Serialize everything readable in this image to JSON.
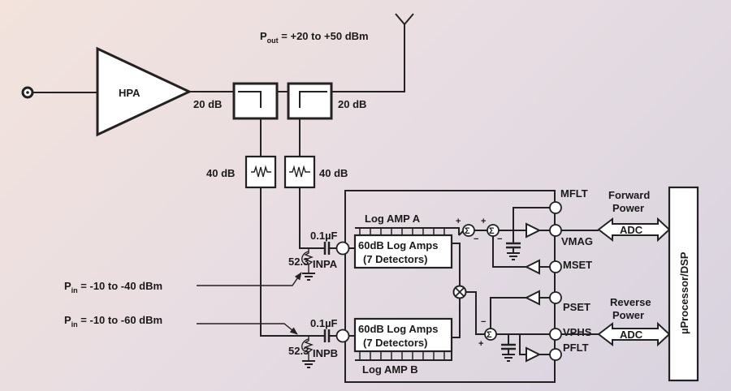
{
  "amplifier": {
    "label": "HPA"
  },
  "output_power": {
    "P": "P",
    "sub": "out",
    "rest": " = +20 to +50 dBm"
  },
  "couplers": {
    "left_db": "20 dB",
    "right_db": "20 dB"
  },
  "attenuators": {
    "left_db": "40 dB",
    "right_db": "40 dB"
  },
  "input_a": {
    "cap": "0.1µF",
    "res": "52.3",
    "pin": "INPA",
    "P": "P",
    "sub": "in",
    "rest": " = -10 to -40 dBm"
  },
  "input_b": {
    "cap": "0.1µF",
    "res": "52.3",
    "pin": "INPB",
    "P": "P",
    "sub": "in",
    "rest": " = -10 to -60 dBm"
  },
  "log_amp_a": {
    "title": "Log AMP A",
    "line1": "60dB Log Amps",
    "line2": "(7 Detectors)"
  },
  "log_amp_b": {
    "title": "Log AMP B",
    "line1": "60dB Log Amps",
    "line2": "(7 Detectors)"
  },
  "pins": {
    "mflt": "MFLT",
    "vmag": "VMAG",
    "mset": "MSET",
    "pset": "PSET",
    "vphs": "VPHS",
    "pflt": "PFLT"
  },
  "forward": {
    "line1": "Forward",
    "line2": "Power",
    "adc": "ADC"
  },
  "reverse": {
    "line1": "Reverse",
    "line2": "Power",
    "adc": "ADC"
  },
  "processor": {
    "label": "µProcessor/DSP"
  },
  "summer": {
    "symbol": "Σ",
    "plus": "+",
    "minus": "−"
  },
  "colors": {
    "background_start": "#f3e3dc",
    "background_end": "#d8d3df",
    "ink": "#222222"
  }
}
